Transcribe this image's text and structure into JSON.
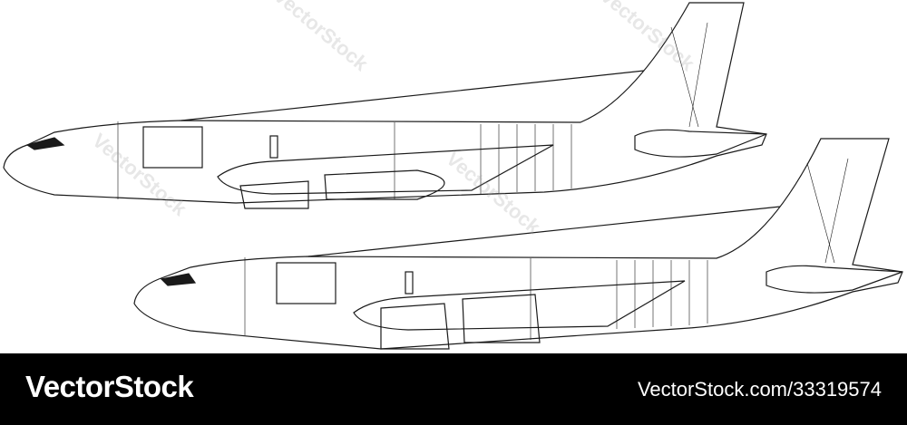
{
  "footer": {
    "logo": "VectorStock",
    "url": "VectorStock.com/33319574"
  },
  "watermark": "VectorStock",
  "colors": {
    "line": "#1a1a1a",
    "footer_bg": "#000000",
    "footer_text": "#ffffff"
  }
}
